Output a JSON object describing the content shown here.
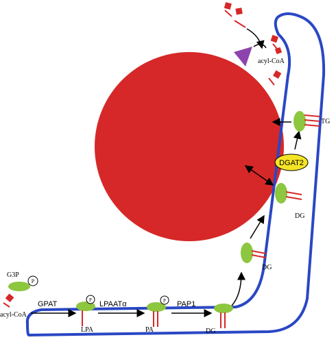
{
  "labels": {
    "g3p": "G3P",
    "p": "P",
    "acyl_coa_left": "acyl-CoA",
    "acyl_coa_top": "acyl-CoA",
    "gpat": "GPAT",
    "lpaat": "LPAATα",
    "pap1": "PAP1",
    "lpa": "LPA",
    "pa": "PA",
    "dg": "DG",
    "tg": "TG",
    "dgat2": "DGAT2"
  },
  "colors": {
    "lipid_droplet": "#d62828",
    "membrane": "#2a47c4",
    "enzyme_green": "#8dc63f",
    "acyl_red": "#d62828",
    "dgat2_fill": "#f5e425",
    "triangle_purple": "#8e44ad",
    "arrow": "#000000"
  },
  "icons": {
    "phosphate": "circled-p-icon",
    "acyl_chain": "red-square-tail-icon"
  }
}
